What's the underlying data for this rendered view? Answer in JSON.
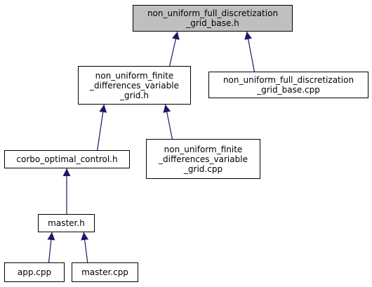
{
  "colors": {
    "edge": "#191970",
    "current_fill": "#bfbfbf",
    "node_fill": "#ffffff",
    "node_border": "#000000"
  },
  "nodes": {
    "base_h": {
      "lines": [
        "non_uniform_full_discretization",
        "_grid_base.h"
      ]
    },
    "fd_var_h": {
      "lines": [
        "non_uniform_finite",
        "_differences_variable",
        "_grid.h"
      ]
    },
    "base_cpp": {
      "lines": [
        "non_uniform_full_discretization",
        "_grid_base.cpp"
      ]
    },
    "corbo_h": {
      "lines": [
        "corbo_optimal_control.h"
      ]
    },
    "fd_var_cpp": {
      "lines": [
        "non_uniform_finite",
        "_differences_variable",
        "_grid.cpp"
      ]
    },
    "master_h": {
      "lines": [
        "master.h"
      ]
    },
    "app_cpp": {
      "lines": [
        "app.cpp"
      ]
    },
    "master_cpp": {
      "lines": [
        "master.cpp"
      ]
    }
  },
  "edges": [
    {
      "from": "base_h",
      "to": "fd_var_h"
    },
    {
      "from": "base_h",
      "to": "base_cpp"
    },
    {
      "from": "fd_var_h",
      "to": "corbo_h"
    },
    {
      "from": "fd_var_h",
      "to": "fd_var_cpp"
    },
    {
      "from": "corbo_h",
      "to": "master_h"
    },
    {
      "from": "master_h",
      "to": "app_cpp"
    },
    {
      "from": "master_h",
      "to": "master_cpp"
    }
  ]
}
